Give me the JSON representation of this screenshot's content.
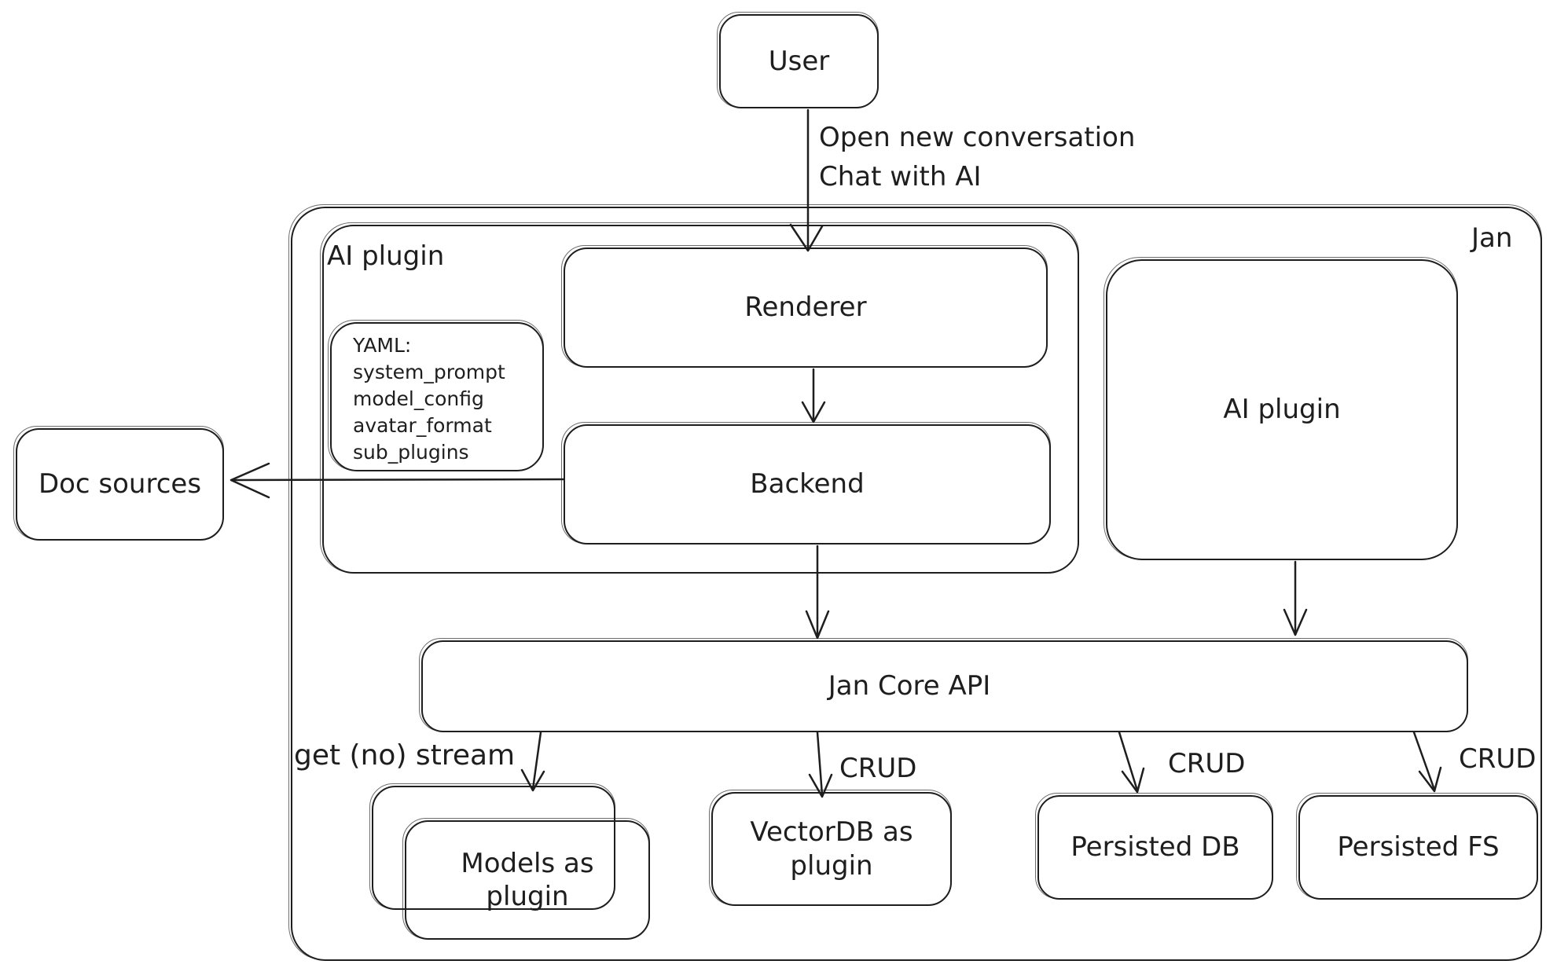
{
  "diagram": {
    "nodes": {
      "user": "User",
      "jan": "Jan",
      "ai_plugin_container": "AI plugin",
      "renderer": "Renderer",
      "backend": "Backend",
      "ai_plugin_right": "AI plugin",
      "doc_sources": "Doc sources",
      "jan_core_api": "Jan Core API",
      "models_as_plugin": "Models as plugin",
      "vectordb_as_plugin": "VectorDB as plugin",
      "persisted_db": "Persisted DB",
      "persisted_fs": "Persisted FS"
    },
    "yaml_note": {
      "lines": [
        "YAML:",
        "system_prompt",
        "model_config",
        "avatar_format",
        "sub_plugins"
      ]
    },
    "edge_labels": {
      "user_flow": [
        "Open new conversation",
        "Chat with AI"
      ],
      "stream": "get (no) stream",
      "crud_vectordb": "CRUD",
      "crud_db": "CRUD",
      "crud_fs": "CRUD"
    },
    "colors": {
      "stroke": "#1e1e1e",
      "background": "#ffffff"
    }
  }
}
